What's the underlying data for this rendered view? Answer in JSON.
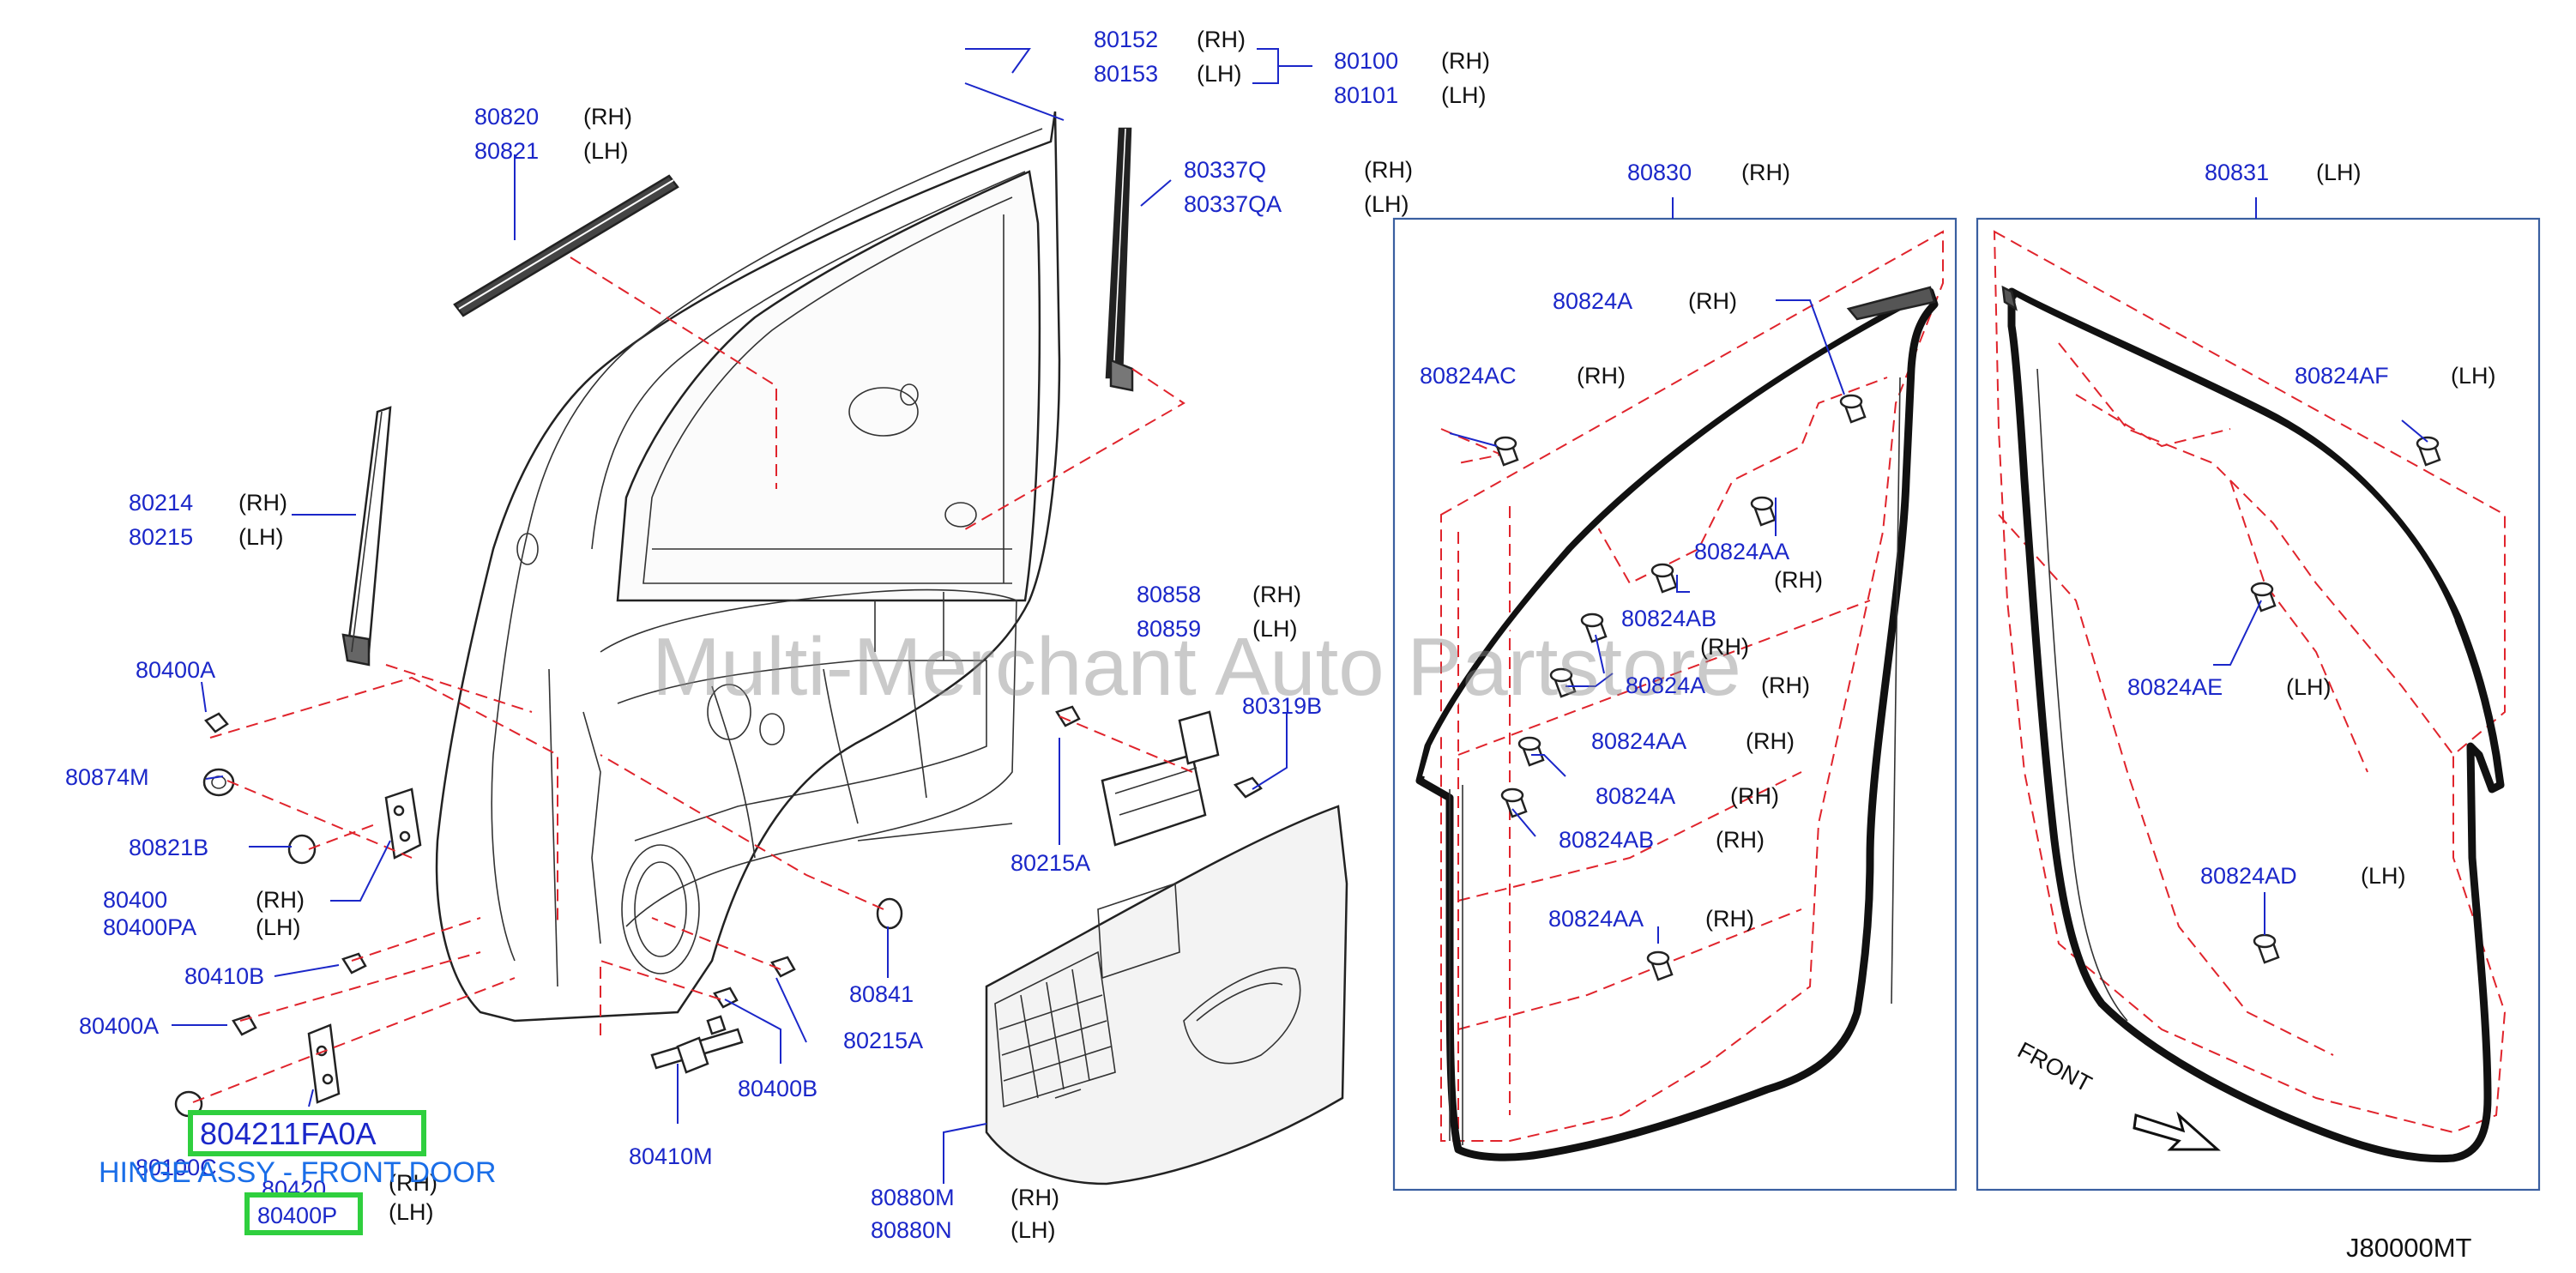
{
  "diagram": {
    "code": "J80000MT",
    "watermark": "Multi-Merchant Auto Partstore",
    "front_label": "FRONT",
    "highlight": {
      "part_number": "804211FA0A",
      "caption": "HINGE ASSY - FRONT DOOR",
      "second_box": "80400P"
    },
    "labels": {
      "p80152": "80152",
      "p80152_side": "(RH)",
      "p80153": "80153",
      "p80153_side": "(LH)",
      "p80100": "80100",
      "p80100_side": "(RH)",
      "p80101": "80101",
      "p80101_side": "(LH)",
      "p80820": "80820",
      "p80820_side": "(RH)",
      "p80821": "80821",
      "p80821_side": "(LH)",
      "p80337Q": "80337Q",
      "p80337Q_side": "(RH)",
      "p80337QA": "80337QA",
      "p80337QA_side": "(LH)",
      "p80830": "80830",
      "p80830_side": "(RH)",
      "p80831": "80831",
      "p80831_side": "(LH)",
      "p80214": "80214",
      "p80214_side": "(RH)",
      "p80215": "80215",
      "p80215_side": "(LH)",
      "p80400A_1": "80400A",
      "p80874M": "80874M",
      "p80821B": "80821B",
      "p80400": "80400",
      "p80400_side": "(RH)",
      "p80400PA": "80400PA",
      "p80400PA_side": "(LH)",
      "p80410B": "80410B",
      "p80400A_2": "80400A",
      "p80100C": "80100C",
      "p80420": "80420",
      "p80420_side": "(RH)",
      "p80400P_side": "(LH)",
      "p80858": "80858",
      "p80858_side": "(RH)",
      "p80859": "80859",
      "p80859_side": "(LH)",
      "p80319B": "80319B",
      "p80215A_1": "80215A",
      "p80841": "80841",
      "p80215A_2": "80215A",
      "p80400B": "80400B",
      "p80410M": "80410M",
      "p80880M": "80880M",
      "p80880M_side": "(RH)",
      "p80880N": "80880N",
      "p80880N_side": "(LH)",
      "p80824A_1": "80824A",
      "p80824A_1_side": "(RH)",
      "p80824AC": "80824AC",
      "p80824AC_side": "(RH)",
      "p80824AA_1": "80824AA",
      "p80824AA_1_side": "(RH)",
      "p80824AB_1": "80824AB",
      "p80824AB_1_side": "(RH)",
      "p80824A_2": "80824A",
      "p80824A_2_side": "(RH)",
      "p80824AA_2": "80824AA",
      "p80824AA_2_side": "(RH)",
      "p80824A_3": "80824A",
      "p80824A_3_side": "(RH)",
      "p80824AB_2": "80824AB",
      "p80824AB_2_side": "(RH)",
      "p80824AA_3": "80824AA",
      "p80824AA_3_side": "(RH)",
      "p80824AF": "80824AF",
      "p80824AF_side": "(LH)",
      "p80824AE": "80824AE",
      "p80824AE_side": "(LH)",
      "p80824AD": "80824AD",
      "p80824AD_side": "(LH)"
    }
  },
  "colors": {
    "label_blue": "#1b27c9",
    "dash_red": "#e0242c",
    "highlight_green": "#2fcf3e",
    "caption_blue": "#1a6ee8",
    "box_blue": "#3a5fa0"
  }
}
